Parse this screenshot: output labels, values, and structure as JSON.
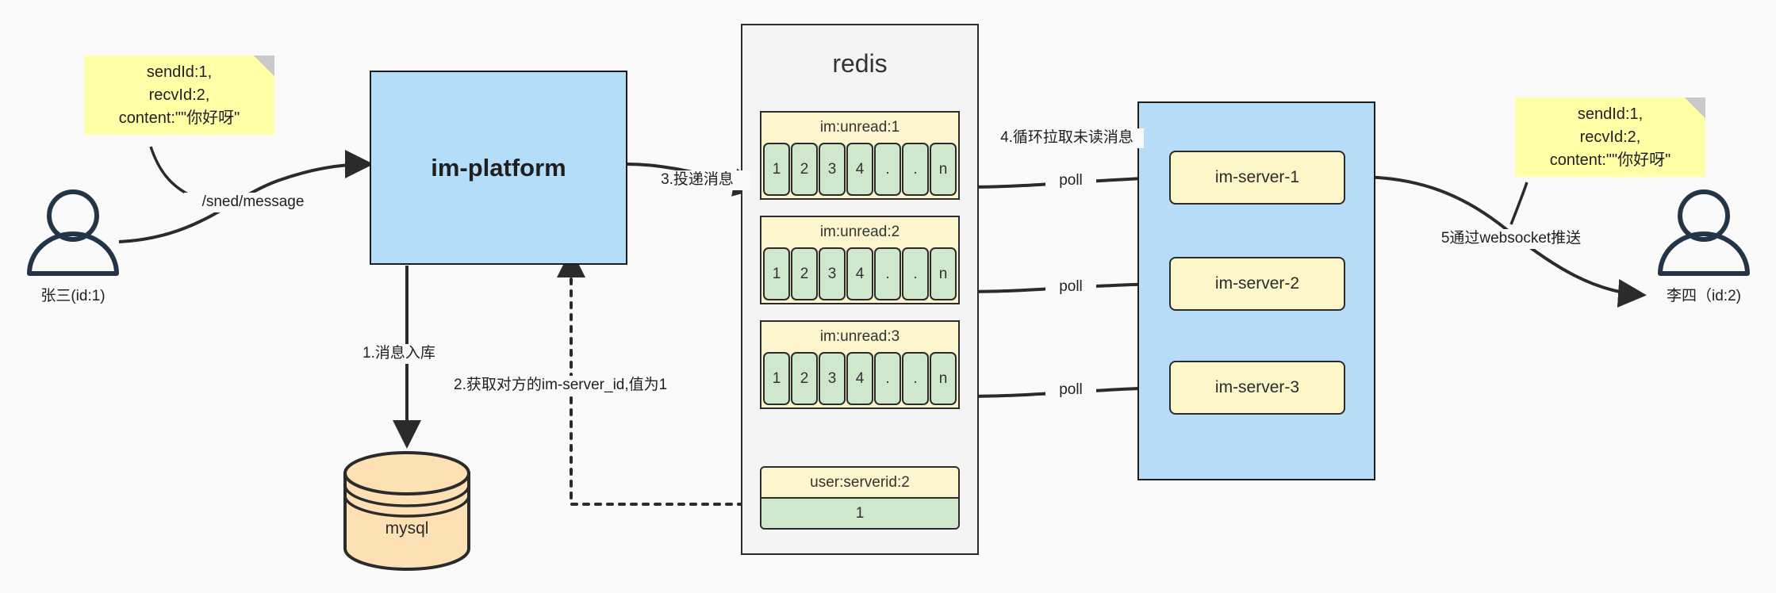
{
  "diagram": {
    "title": "IM message delivery architecture",
    "colors": {
      "sticky": "#ffffa6",
      "blue": "#b3ddf8",
      "yellow": "#fcf5cd",
      "green": "#cfe7cd",
      "orange": "#fde0b4",
      "stroke": "#2b2b2b",
      "actor": "#243447",
      "background": "#fafafa"
    }
  },
  "notes": {
    "left": {
      "line1": "sendId:1,",
      "line2": "recvId:2,",
      "line3": "content:\"\"你好呀\""
    },
    "right": {
      "line1": "sendId:1,",
      "line2": "recvId:2,",
      "line3": "content:\"\"你好呀\""
    }
  },
  "actors": {
    "sender": {
      "label": "张三(id:1)"
    },
    "receiver": {
      "label": "李四（id:2)"
    }
  },
  "nodes": {
    "im_platform": {
      "label": "im-platform"
    },
    "mysql": {
      "label": "mysql"
    },
    "redis": {
      "label": "redis"
    },
    "server_panel": {
      "label": ""
    }
  },
  "redis_keys": [
    {
      "key": "im:unread:1",
      "cells": [
        "1",
        "2",
        "3",
        "4",
        ".",
        ".",
        "n"
      ]
    },
    {
      "key": "im:unread:2",
      "cells": [
        "1",
        "2",
        "3",
        "4",
        ".",
        ".",
        "n"
      ]
    },
    {
      "key": "im:unread:3",
      "cells": [
        "1",
        "2",
        "3",
        "4",
        ".",
        ".",
        "n"
      ]
    }
  ],
  "redis_kv": {
    "key": "user:serverid:2",
    "value": "1"
  },
  "servers": [
    {
      "label": "im-server-1"
    },
    {
      "label": "im-server-2"
    },
    {
      "label": "im-server-3"
    }
  ],
  "edges": {
    "send_message": "/sned/message",
    "step1": "1.消息入库",
    "step2": "2.获取对方的im-server_id,值为1",
    "step3": "3.投递消息",
    "step4": "4.循环拉取未读消息",
    "poll1": "poll",
    "poll2": "poll",
    "poll3": "poll",
    "step5": "5通过websocket推送"
  }
}
